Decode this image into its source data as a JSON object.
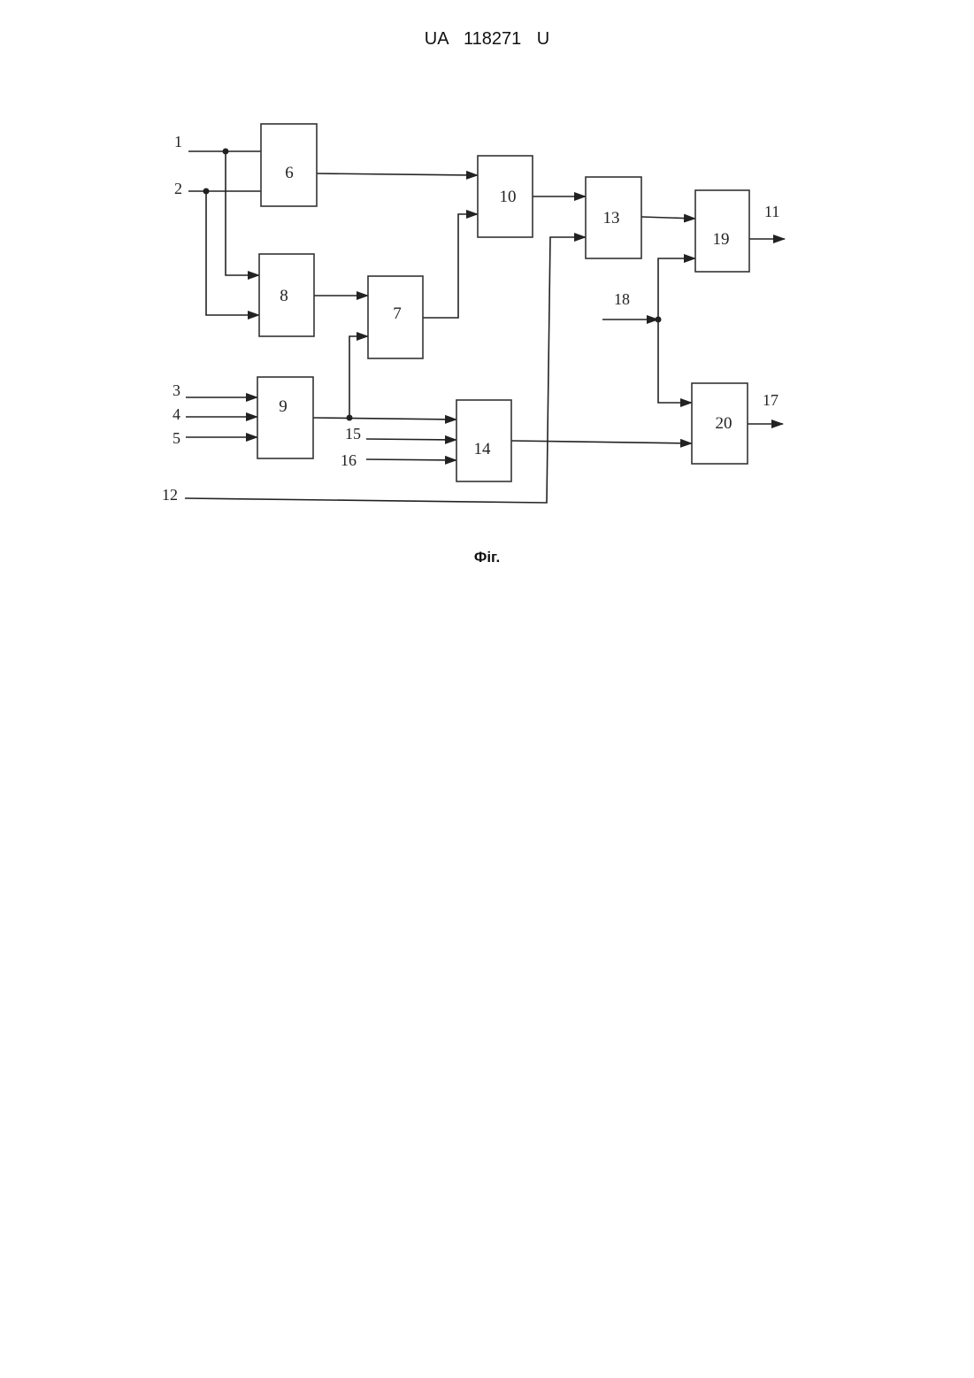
{
  "header": {
    "document_number": "UA   118271   U"
  },
  "caption": "Фіг.",
  "diagram": {
    "blocks": [
      "6",
      "7",
      "8",
      "9",
      "10",
      "13",
      "14",
      "19",
      "20"
    ],
    "inputs": [
      "1",
      "2",
      "3",
      "4",
      "5",
      "12",
      "15",
      "16",
      "18"
    ],
    "outputs": [
      "11",
      "17"
    ],
    "connections": [
      [
        "1",
        "6"
      ],
      [
        "1",
        "8"
      ],
      [
        "2",
        "6"
      ],
      [
        "2",
        "8"
      ],
      [
        "3",
        "9"
      ],
      [
        "4",
        "9"
      ],
      [
        "5",
        "9"
      ],
      [
        "6",
        "10"
      ],
      [
        "8",
        "7"
      ],
      [
        "9",
        "7"
      ],
      [
        "9",
        "14"
      ],
      [
        "7",
        "10"
      ],
      [
        "10",
        "13"
      ],
      [
        "12",
        "13"
      ],
      [
        "15",
        "14"
      ],
      [
        "16",
        "14"
      ],
      [
        "13",
        "19"
      ],
      [
        "18",
        "19"
      ],
      [
        "18",
        "20"
      ],
      [
        "14",
        "20"
      ],
      [
        "19",
        "11"
      ],
      [
        "20",
        "17"
      ]
    ]
  }
}
